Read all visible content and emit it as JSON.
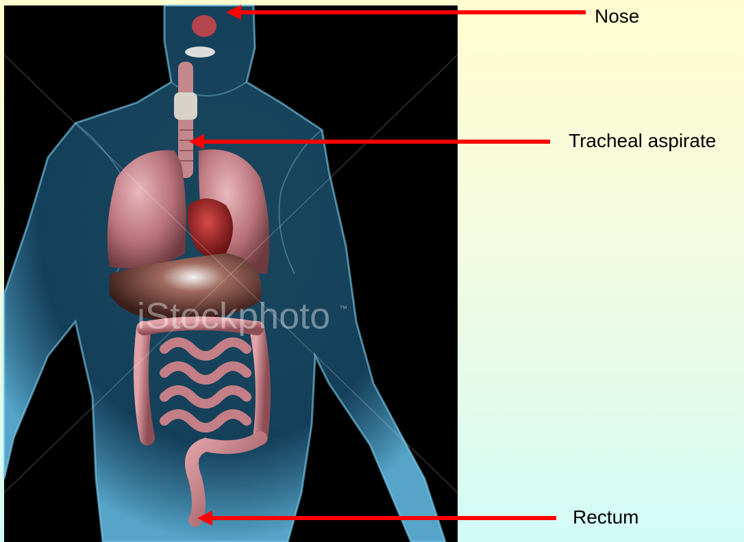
{
  "labels": {
    "nose": "Nose",
    "tracheal": "Tracheal aspirate",
    "rectum": "Rectum"
  },
  "watermark": "iStockphoto",
  "watermark_tm": "™",
  "colors": {
    "arrow": "#ff0000",
    "body": "#3a8fb8",
    "organ": "#b96a72",
    "background_top": "#fffdd0",
    "background_bottom": "#d2fbf6"
  }
}
